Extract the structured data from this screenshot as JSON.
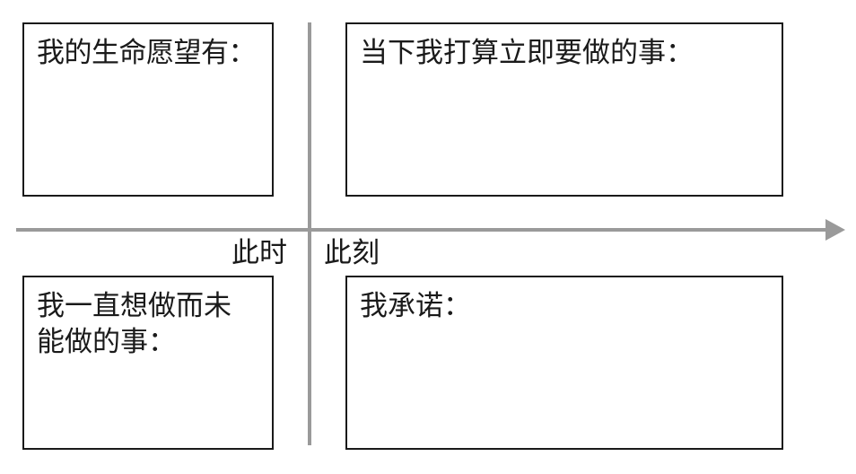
{
  "boxes": {
    "life_wishes": "我的生命愿望有：",
    "do_now": "当下我打算立即要做的事：",
    "never_done": "我一直想做而未\n能做的事：",
    "promise": "我承诺："
  },
  "axis_labels": {
    "left": "此时",
    "right": "此刻"
  },
  "colors": {
    "line": "#9a9a9a",
    "border": "#1a1a1a"
  }
}
